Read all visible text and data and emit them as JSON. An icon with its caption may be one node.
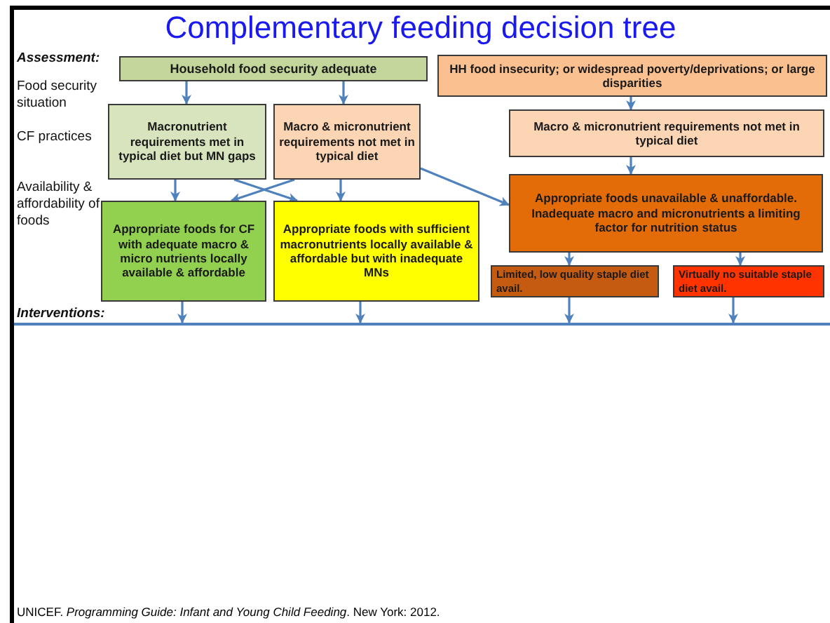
{
  "diagram": {
    "title": "Complementary feeding decision tree",
    "nodes": [
      {
        "text": [
          "Household food security adequate"
        ]
      },
      {
        "text": [
          "HH food insecurity; or widespread poverty/deprivations; or large disparities"
        ]
      },
      {
        "text": [
          "Macronutrient requirements met in typical diet but MN gaps"
        ]
      },
      {
        "text": [
          "Macro & micronutrient requirements not met in typical diet"
        ]
      },
      {
        "text": [
          "Macro & micronutrient requirements not met in typical diet"
        ]
      },
      {
        "text": [
          "Appropriate foods for CF with adequate macro & micro nutrients locally available & affordable"
        ]
      },
      {
        "text": [
          "Appropriate foods with sufficient macronutrients locally available & affordable but with inadequate MNs"
        ]
      },
      {
        "text": [
          "Appropriate foods unavailable & unaffordable. Inadequate macro and micronutrients a limiting factor for nutrition status"
        ]
      },
      {
        "text": [
          "Limited, low quality staple diet avail."
        ]
      },
      {
        "text": [
          "Virtually no suitable staple diet avail."
        ]
      }
    ],
    "edges": [
      {
        "from": 0,
        "to": 2,
        "arrow": "to"
      },
      {
        "from": 0,
        "to": 3,
        "arrow": "to"
      },
      {
        "from": 1,
        "to": 4,
        "arrow": "to"
      },
      {
        "from": 4,
        "to": 7,
        "arrow": "to"
      },
      {
        "from": 2,
        "to": 5,
        "arrow": "to"
      },
      {
        "from": 2,
        "to": 6,
        "arrow": "to"
      },
      {
        "from": 3,
        "to": 5,
        "arrow": "to"
      },
      {
        "from": 3,
        "to": 6,
        "arrow": "to"
      },
      {
        "from": 3,
        "to": 7,
        "arrow": "to"
      },
      {
        "from": 7,
        "to": 8,
        "arrow": "to"
      },
      {
        "from": 7,
        "to": 9,
        "arrow": "to"
      },
      {
        "from": 5,
        "to": null,
        "arrow": "to"
      },
      {
        "from": 6,
        "to": null,
        "arrow": "to"
      },
      {
        "from": 8,
        "to": null,
        "arrow": "to"
      },
      {
        "from": 9,
        "to": null,
        "arrow": "to"
      }
    ],
    "labels": [
      "Assessment:",
      "Food security situation",
      "CF practices",
      "Availability & affordability of foods",
      "Interventions:"
    ],
    "caption": "UNICEF. *Programming Guide: Infant and Young Child Feeding*. New York: 2012."
  }
}
